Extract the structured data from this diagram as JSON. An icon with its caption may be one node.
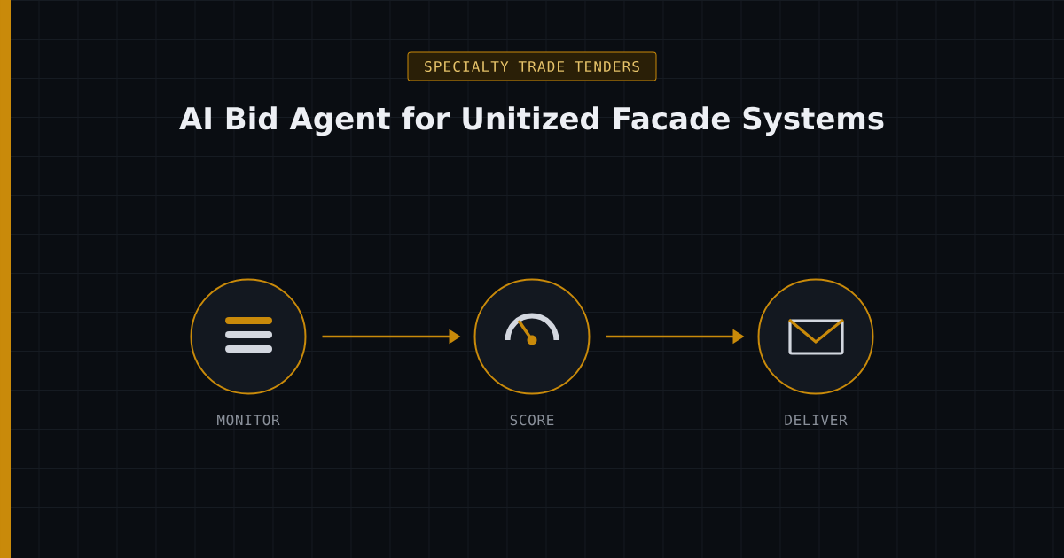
{
  "diagram": {
    "title": "AI Bid Agent for Unitized Facade Systems",
    "nodes": [
      {
        "text": [
          "SPECIALTY TRADE TENDERS"
        ]
      },
      {
        "text": [],
        "shape": "circle",
        "beside": [
          "MONITOR"
        ]
      },
      {
        "text": [],
        "shape": "circle",
        "beside": [
          "SCORE"
        ]
      },
      {
        "text": [],
        "shape": "circle",
        "beside": [
          "DELIVER"
        ]
      }
    ],
    "edges": [
      {
        "from": 1,
        "to": 2,
        "arrow": "to"
      },
      {
        "from": 2,
        "to": 3,
        "arrow": "to"
      }
    ]
  }
}
